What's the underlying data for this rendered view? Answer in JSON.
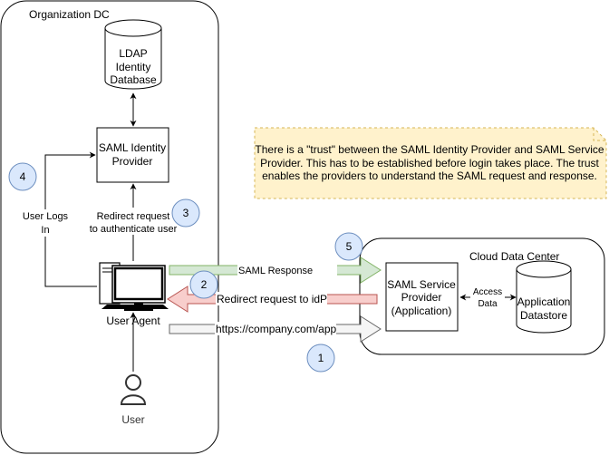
{
  "containers": {
    "org_dc": "Organization DC",
    "cloud_dc": "Cloud Data Center"
  },
  "nodes": {
    "ldap_line1": "LDAP",
    "ldap_line2": "Identity",
    "ldap_line3": "Database",
    "idp_line1": "SAML Identity",
    "idp_line2": "Provider",
    "sp_line1": "SAML Service",
    "sp_line2": "Provider",
    "sp_line3": "(Application)",
    "ds_line1": "Application",
    "ds_line2": "Datastore",
    "user_agent": "User Agent",
    "user": "User"
  },
  "edge_labels": {
    "user_logs_line1": "User Logs",
    "user_logs_line2": "In",
    "redirect_line1": "Redirect request",
    "redirect_line2": "to authenticate user",
    "access_line1": "Access",
    "access_line2": "Data",
    "saml_response": "SAML Response",
    "redirect_idp": "Redirect request to idP",
    "app_url": "https://company.com/app"
  },
  "steps": {
    "s1": "1",
    "s2": "2",
    "s3": "3",
    "s4": "4",
    "s5": "5"
  },
  "note": {
    "line1": "There is a \"trust\" between the SAML Identity Provider and SAML Service",
    "line2": "Provider. This has to be established before login takes place. The trust",
    "line3": "enables the providers to understand the SAML request and response."
  },
  "colors": {
    "step_fill": "#dae8fc",
    "step_stroke": "#6c8ebf",
    "response_fill": "#d5e8d4",
    "response_stroke": "#82b366",
    "redirect_fill": "#f8cecc",
    "redirect_stroke": "#b85450",
    "request_fill": "#f5f5f5",
    "request_stroke": "#666666",
    "note_fill": "#fff2cc",
    "note_stroke": "#d6b656",
    "user_label": "#333333"
  }
}
